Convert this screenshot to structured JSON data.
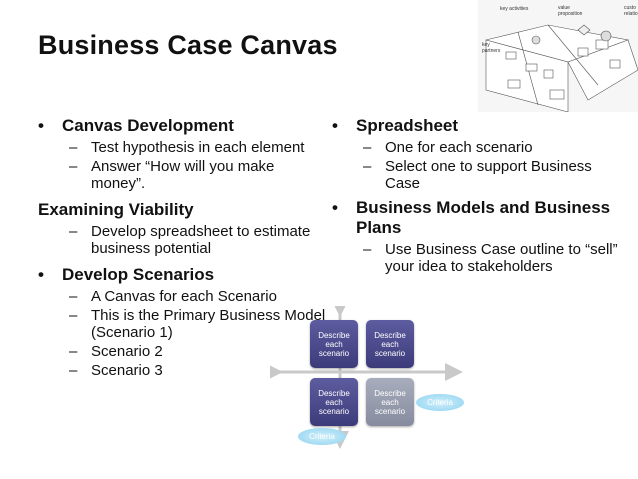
{
  "title": "Business Case Canvas",
  "left_column": {
    "canvas_dev": {
      "bullet": "•",
      "heading": "Canvas Development",
      "items": [
        "Test hypothesis in each element",
        "Answer  “How will you make money”."
      ]
    },
    "viability": {
      "heading": "Examining Viability",
      "items": [
        "Develop spreadsheet to estimate business potential"
      ]
    },
    "scenarios": {
      "bullet": "•",
      "heading": "Develop Scenarios",
      "items": [
        "A Canvas for each Scenario",
        "This is the Primary Business Model (Scenario 1)",
        "Scenario 2",
        "Scenario 3"
      ]
    }
  },
  "right_column": {
    "spreadsheet": {
      "bullet": "•",
      "heading": "Spreadsheet",
      "items": [
        "One for each scenario",
        "Select one to support Business Case"
      ]
    },
    "models": {
      "bullet": "•",
      "heading": "Business Models and Business Plans",
      "items": [
        "Use Business Case outline to “sell” your idea to stakeholders"
      ]
    }
  },
  "dash": "–",
  "thumbnail": {
    "labels": [
      "key activities",
      "value proposition",
      "custo relatio",
      "key partners"
    ]
  },
  "diagram": {
    "boxes": [
      "Describe each scenario",
      "Describe each scenario",
      "Describe each scenario",
      "Describe each scenario"
    ],
    "criteria": [
      "Criteria",
      "Criteria"
    ]
  }
}
